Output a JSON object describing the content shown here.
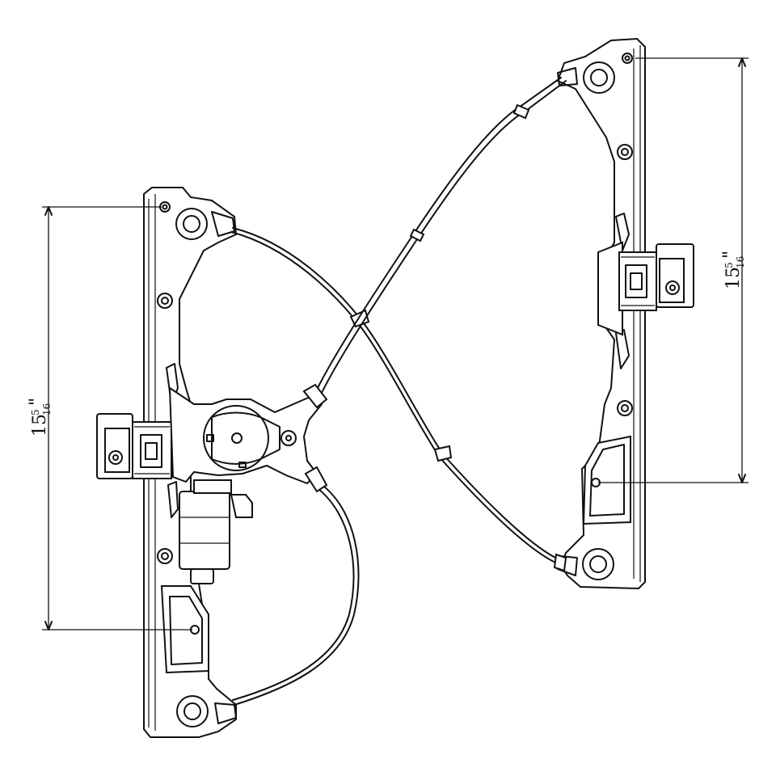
{
  "dimensions": {
    "left": {
      "whole": "15",
      "numerator": "5",
      "denominator": "16",
      "unit": "\""
    },
    "right": {
      "whole": "15",
      "numerator": "5",
      "denominator": "16",
      "unit": "\""
    }
  },
  "colors": {
    "line": "#111111",
    "background": "#ffffff"
  }
}
